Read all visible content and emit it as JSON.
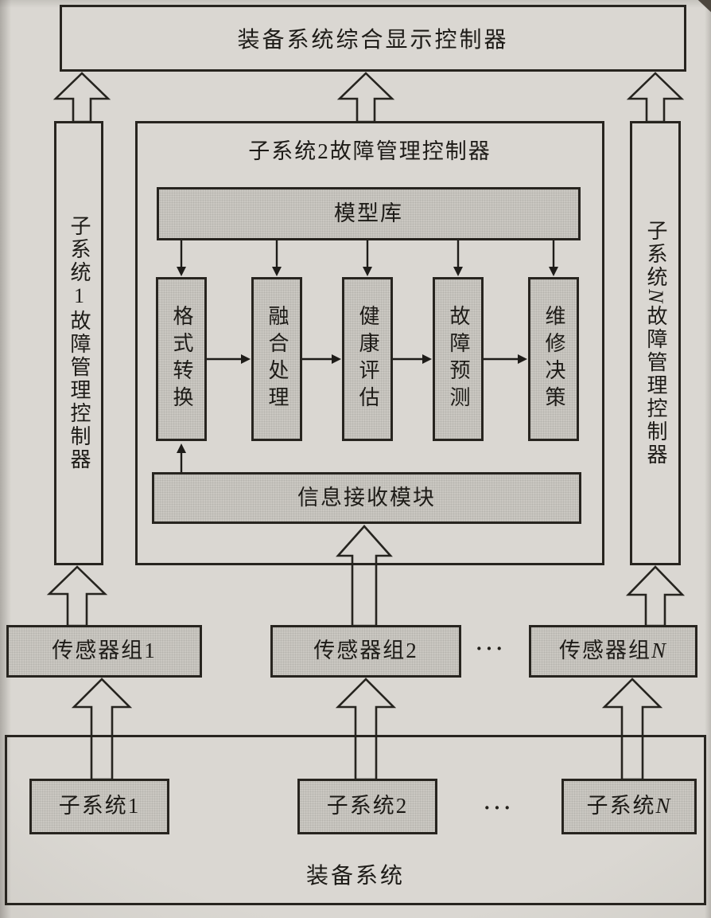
{
  "top_controller": {
    "label": "装备系统综合显示控制器"
  },
  "side_controllers": {
    "left": {
      "label": "子系统1故障管理控制器"
    },
    "right": {
      "prefix": "子系统",
      "n": "N",
      "suffix": "故障管理控制器"
    }
  },
  "center_controller": {
    "title": "子系统2故障管理控制器",
    "model_library": {
      "label": "模型库"
    },
    "process_steps": [
      {
        "label": "格式转换"
      },
      {
        "label": "融合处理"
      },
      {
        "label": "健康评估"
      },
      {
        "label": "故障预测"
      },
      {
        "label": "维修决策"
      }
    ],
    "info_module": {
      "label": "信息接收模块"
    }
  },
  "sensor_row": {
    "groups": [
      {
        "label": "传感器组1"
      },
      {
        "label": "传感器组2"
      },
      {
        "prefix": "传感器组",
        "n": "N"
      }
    ],
    "ellipsis": "···"
  },
  "equipment_system": {
    "label": "装备系统",
    "subsystems": [
      {
        "label": "子系统1"
      },
      {
        "label": "子系统2"
      },
      {
        "prefix": "子系统",
        "n": "N"
      }
    ],
    "ellipsis": "···"
  },
  "colors": {
    "paper": "#d6d3cd",
    "box_fill": "#cac7c1",
    "line": "#27241f"
  }
}
